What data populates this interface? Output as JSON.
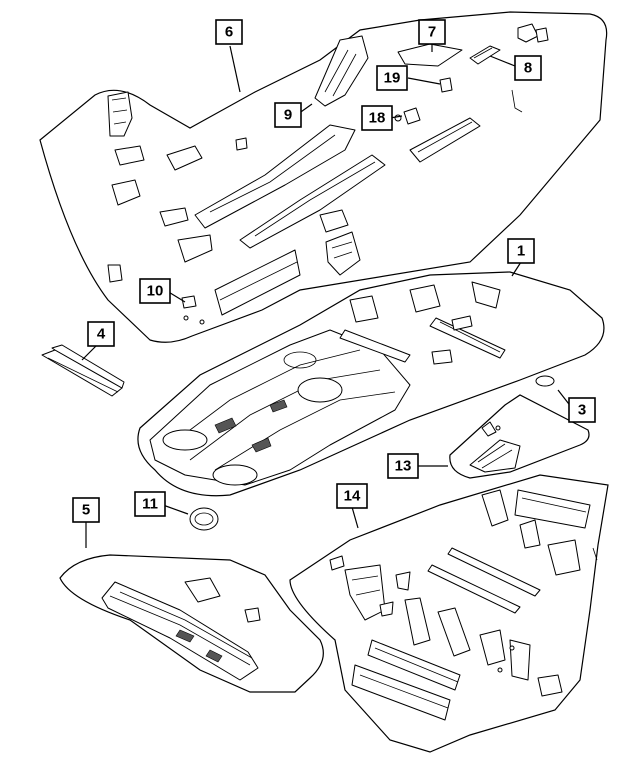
{
  "callouts": {
    "c1": "1",
    "c3": "3",
    "c4": "4",
    "c5": "5",
    "c6": "6",
    "c7": "7",
    "c8": "8",
    "c9": "9",
    "c10": "10",
    "c11": "11",
    "c13": "13",
    "c14": "14",
    "c18": "18",
    "c19": "19"
  }
}
